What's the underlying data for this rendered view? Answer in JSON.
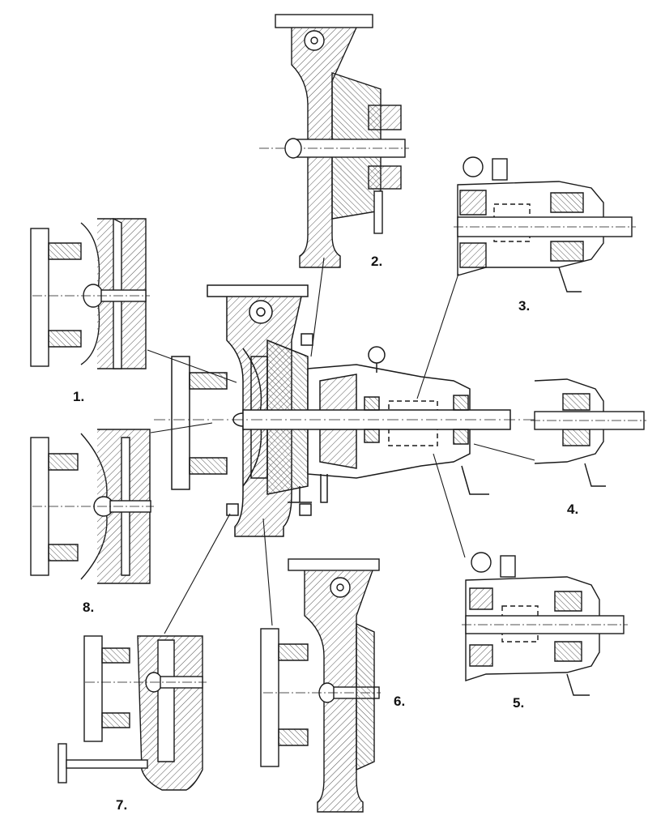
{
  "callouts": [
    {
      "id": "1",
      "label": "1."
    },
    {
      "id": "2",
      "label": "2."
    },
    {
      "id": "3",
      "label": "3."
    },
    {
      "id": "4",
      "label": "4."
    },
    {
      "id": "5",
      "label": "5."
    },
    {
      "id": "6",
      "label": "6."
    },
    {
      "id": "7",
      "label": "7."
    },
    {
      "id": "8",
      "label": "8."
    }
  ],
  "colors": {
    "ink": "#1a1a1a",
    "hatch": "#555555",
    "paper": "#ffffff"
  }
}
